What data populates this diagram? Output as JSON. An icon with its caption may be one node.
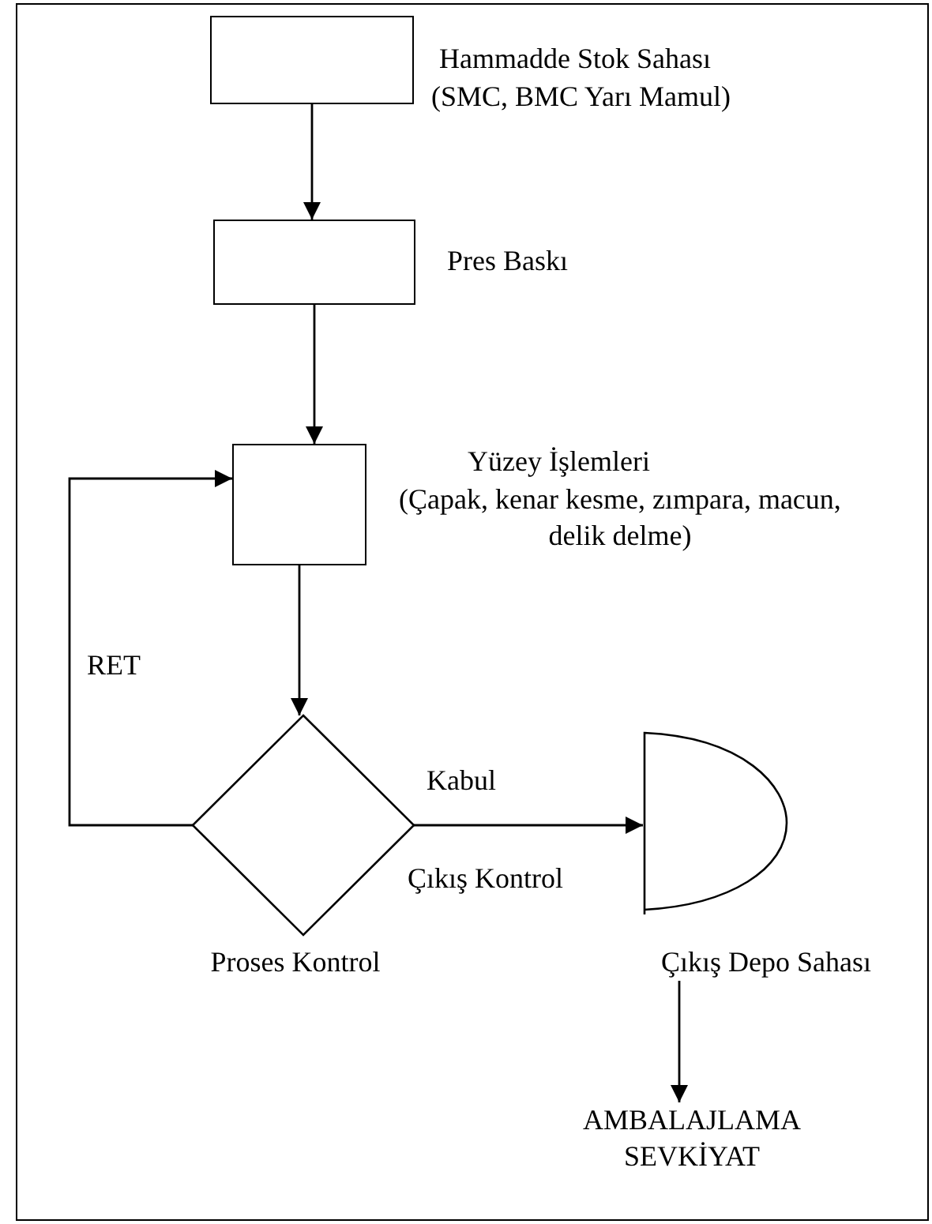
{
  "diagram": {
    "nodes": [
      {
        "text": [
          "Hammadde Stok Sahası",
          "(SMC, BMC Yarı  Mamul)"
        ]
      },
      {
        "text": [
          "Pres Baskı"
        ]
      },
      {
        "text": [
          "Yüzey İşlemleri",
          "(Çapak, kenar kesme, zımpara, macun, delik delme)"
        ]
      },
      {
        "text": [
          "Proses Kontrol"
        ]
      },
      {
        "text": [
          "Çıkış Depo Sahası"
        ]
      },
      {
        "text": [
          "AMBALAJLAMA SEVKİYAT"
        ]
      }
    ],
    "edges": [
      {
        "from": 0,
        "to": 1,
        "arrow": "to"
      },
      {
        "from": 1,
        "to": 2,
        "arrow": "to"
      },
      {
        "from": 2,
        "to": 3,
        "arrow": "to"
      },
      {
        "from": 3,
        "to": 4,
        "arrow": "to",
        "label": "Kabul"
      },
      {
        "from": 3,
        "to": 2,
        "arrow": "to",
        "label": "RET"
      },
      {
        "from": 4,
        "to": 5,
        "arrow": "to"
      }
    ],
    "labels": [
      "Çıkış Kontrol"
    ]
  }
}
